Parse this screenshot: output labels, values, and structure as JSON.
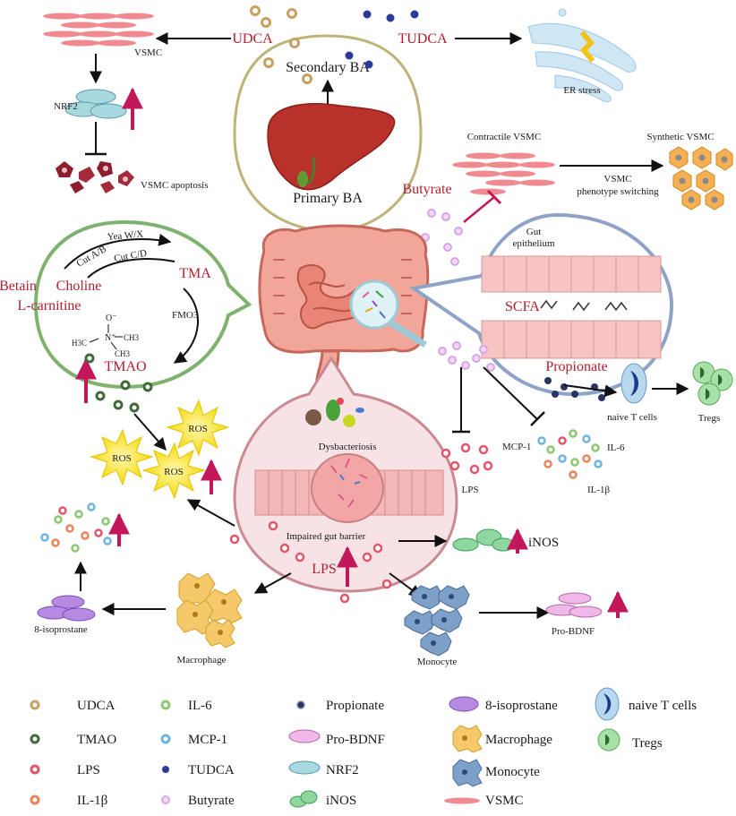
{
  "colors": {
    "udca": "#c9a063",
    "tmao": "#3f6b3a",
    "lps": "#e2566b",
    "il1b": "#e8845a",
    "il6": "#8cc86e",
    "mcp1": "#6fb3e0",
    "tudca": "#2a3a9a",
    "butyrate": "#d8a6e8",
    "propionate": "#2b3362",
    "accent_red": "#b0202e",
    "arrow_pink": "#c2185b",
    "liver_border": "#bdb47a",
    "tma_border": "#7fb26e",
    "gut_border": "#8fa3c8",
    "barrier_border": "#c98a92"
  },
  "labels": {
    "udca": "UDCA",
    "tudca": "TUDCA",
    "vsmc_top": "VSMC",
    "nrf2": "NRF2",
    "vsmc_apoptosis": "VSMC apoptosis",
    "secondary_ba": "Secondary BA",
    "primary_ba": "Primary BA",
    "er_stress": "ER stress",
    "contractile_vsmc": "Contractile VSMC",
    "synthetic_vsmc": "Synthetic VSMC",
    "vsmc_switch_1": "VSMC",
    "vsmc_switch_2": "phenotype switching",
    "butyrate": "Butyrate",
    "cut_ab": "Cut A/B",
    "yea_wx": "Yea W/X",
    "cut_cd": "Cut C/D",
    "tma": "TMA",
    "betain": "Betain",
    "choline": "Choline",
    "l_carnitine": "L-carnitine",
    "fmo3": "FMO3",
    "o_minus": "O⁻",
    "n_plus": "N⁺",
    "h3c": "H3C",
    "ch3_a": "CH3",
    "ch3_b": "CH3",
    "tmao": "TMAO",
    "gut": "Gut",
    "epithelium": "epithelium",
    "scfa": "SCFA",
    "propionate": "Propionate",
    "naive_t": "naive T cells",
    "tregs": "Tregs",
    "lps_right": "LPS",
    "mcp1": "MCP-1",
    "il6": "IL-6",
    "il1b": "IL-1β",
    "ros1": "ROS",
    "ros2": "ROS",
    "ros3": "ROS",
    "dysbacteriosis": "Dysbacteriosis",
    "impaired_barrier": "Impaired gut barrier",
    "lps_center": "LPS",
    "inos": "iNOS",
    "isoprostane": "8-isoprostane",
    "macrophage": "Macrophage",
    "monocyte": "Monocyte",
    "pro_bdnf": "Pro-BDNF"
  },
  "legend": {
    "col1": [
      "UDCA",
      "TMAO",
      "LPS",
      "IL-1β"
    ],
    "col2": [
      "IL-6",
      "MCP-1",
      "TUDCA",
      "Butyrate"
    ],
    "col3": [
      "Propionate",
      "Pro-BDNF",
      "NRF2",
      "iNOS"
    ],
    "col4": [
      "8-isoprostane",
      "Macrophage",
      "Monocyte",
      "VSMC"
    ],
    "col5": [
      "naive T cells",
      "Tregs"
    ]
  }
}
